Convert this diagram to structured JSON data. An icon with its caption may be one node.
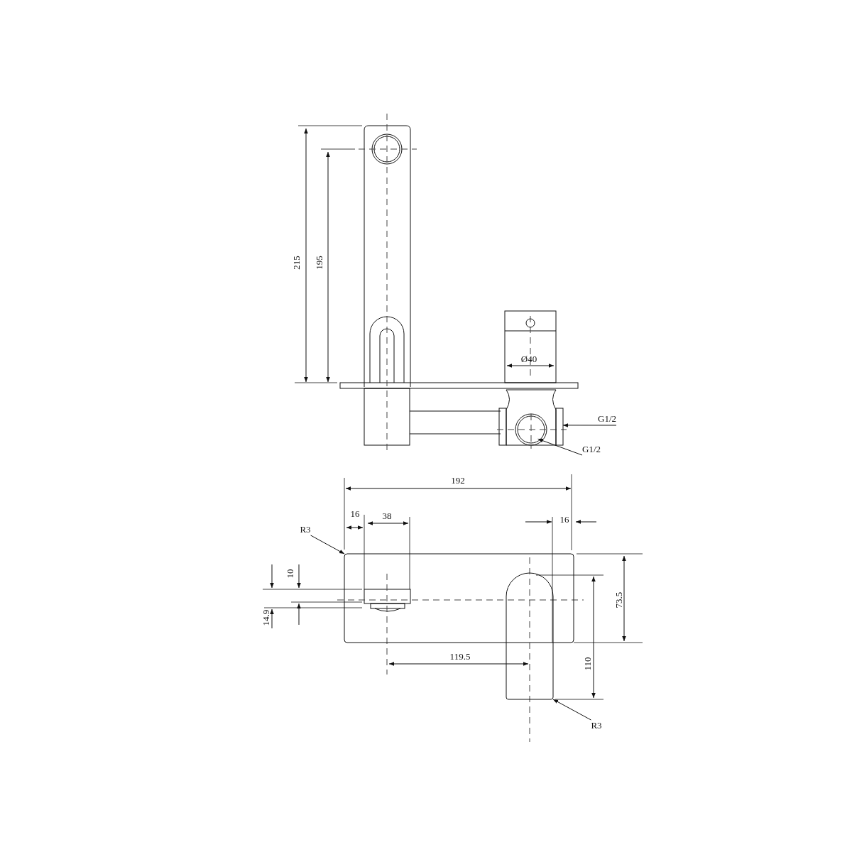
{
  "diagram": {
    "nodes": [
      {
        "text": [
          "G1/2"
        ]
      },
      {
        "text": [
          "G1/2"
        ]
      },
      {
        "text": [
          "R3"
        ]
      },
      {
        "text": [
          "R3"
        ]
      },
      {
        "text": [],
        "shape": "box"
      },
      {
        "text": [],
        "shape": "circle"
      },
      {
        "text": [],
        "shape": "box"
      },
      {
        "text": [],
        "shape": "box"
      }
    ],
    "edges": [
      {
        "from": 0,
        "to": 4,
        "arrow": "to"
      },
      {
        "from": 1,
        "to": 5,
        "arrow": "to"
      },
      {
        "from": 2,
        "to": 6,
        "arrow": "to"
      },
      {
        "from": 3,
        "to": 7,
        "arrow": "to"
      }
    ],
    "labels": [
      "215",
      "195",
      "Ø40",
      "192",
      "16",
      "38",
      "16",
      "10",
      "73.5",
      "14.9",
      "119.5",
      "110"
    ]
  }
}
